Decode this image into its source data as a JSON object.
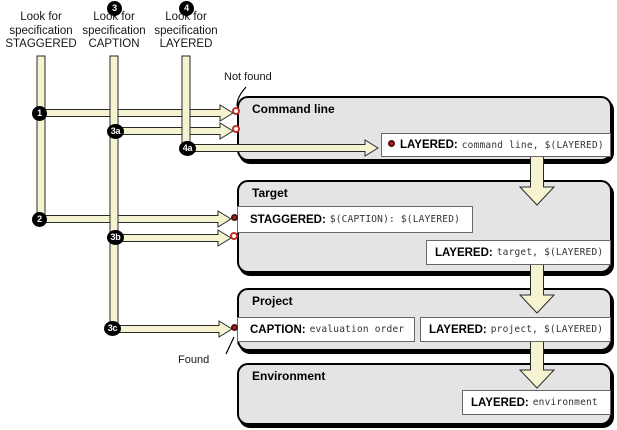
{
  "columns": [
    {
      "badge": null,
      "header": "Look for\nspecification\nSTAGGERED"
    },
    {
      "badge": "3",
      "header": "Look for\nspecification\nCAPTION"
    },
    {
      "badge": "4",
      "header": "Look for\nspecification\nLAYERED"
    }
  ],
  "badges": {
    "n1": "1",
    "n2": "2",
    "n3a": "3a",
    "n3b": "3b",
    "n3c": "3c",
    "n4a": "4a"
  },
  "annotations": {
    "not_found": "Not found",
    "found": "Found"
  },
  "scopes": [
    {
      "title": "Command line"
    },
    {
      "title": "Target"
    },
    {
      "title": "Project"
    },
    {
      "title": "Environment"
    }
  ],
  "specs": {
    "cmd_layered": {
      "label": "LAYERED:",
      "value": "command line, $(LAYERED)"
    },
    "target_staggered": {
      "label": "STAGGERED:",
      "value": "$(CAPTION): $(LAYERED)"
    },
    "target_layered": {
      "label": "LAYERED:",
      "value": "target, $(LAYERED)"
    },
    "project_caption": {
      "label": "CAPTION:",
      "value": "evaluation order"
    },
    "project_layered": {
      "label": "LAYERED:",
      "value": "project, $(LAYERED)"
    },
    "env_layered": {
      "label": "LAYERED:",
      "value": "environment"
    }
  },
  "colors": {
    "arrow_fill": "#f6f4d0",
    "scope_fill": "#e4e4e4",
    "found_red": "#c41e1e",
    "found_ring": "#4f0f0f",
    "empty_ring": "#c03028"
  }
}
